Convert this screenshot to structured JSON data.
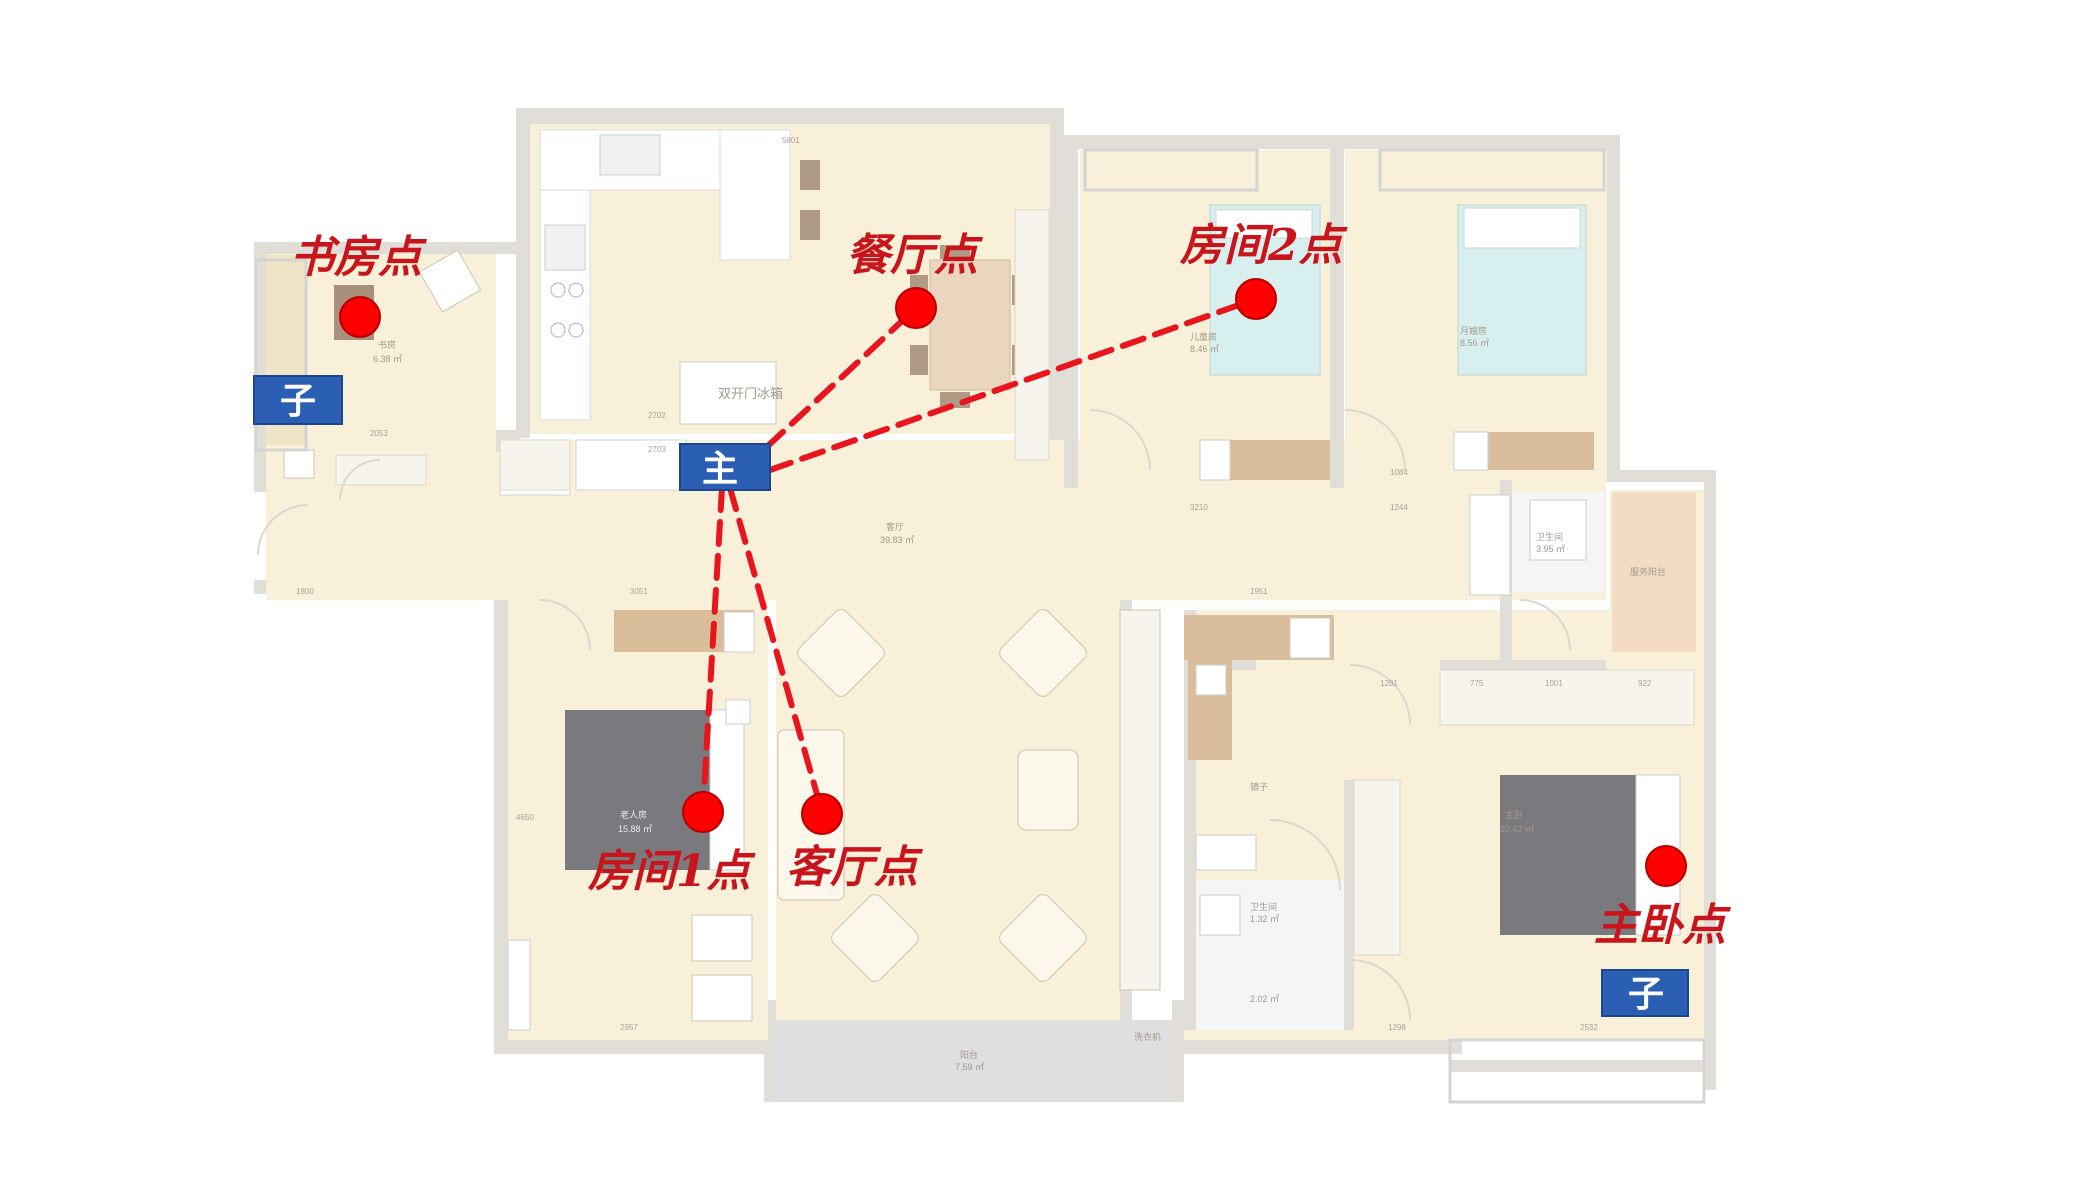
{
  "colors": {
    "wall": "#dcd8d0",
    "floor": "#f8efd4",
    "link": "#e8141e",
    "point": "#ff0000",
    "node_fill": "#2b5fb3",
    "label": "#c8141a"
  },
  "points": {
    "study": "书房点",
    "dining": "餐厅点",
    "room2": "房间2点",
    "room1": "房间1点",
    "living": "客厅点",
    "master": "主卧点"
  },
  "nodes": {
    "main": "主",
    "sub_left": "子",
    "sub_right": "子"
  },
  "rooms": {
    "study": "书房",
    "study_area": "6.38 ㎡",
    "kid_room": "儿童房",
    "kid_area": "8.46 ㎡",
    "elder_room": "月嫂房",
    "elder_area": "8.56 ㎡",
    "living": "客厅",
    "living_area": "39.83 ㎡",
    "bath1": "卫生间",
    "bath1_area": "3.95 ㎡",
    "balcony_small": "服务阳台",
    "master_room": "主卧",
    "master_area": "20.42 ㎡",
    "bath2": "卫生间",
    "bath2_area": "1.32 ㎡",
    "bath3_area": "2.02 ㎡",
    "elder2": "老人房",
    "elder2_area": "15.88 ㎡",
    "balcony": "阳台",
    "balcony_area": "7.59 ㎡",
    "laundry": "洗衣机",
    "mirror": "镜子",
    "fridge": "双开门冰箱"
  },
  "dimensions": {
    "d1": "5801",
    "d2": "2702",
    "d3": "2703",
    "d4": "2053",
    "d5": "1800",
    "d6": "3051",
    "d7": "1951",
    "d8": "3210",
    "d9": "1244",
    "d10": "1084",
    "d11": "4650",
    "d12": "2957",
    "d13": "1298",
    "d14": "2532",
    "d15": "775",
    "d16": "1001",
    "d17": "922",
    "d18": "1281"
  }
}
